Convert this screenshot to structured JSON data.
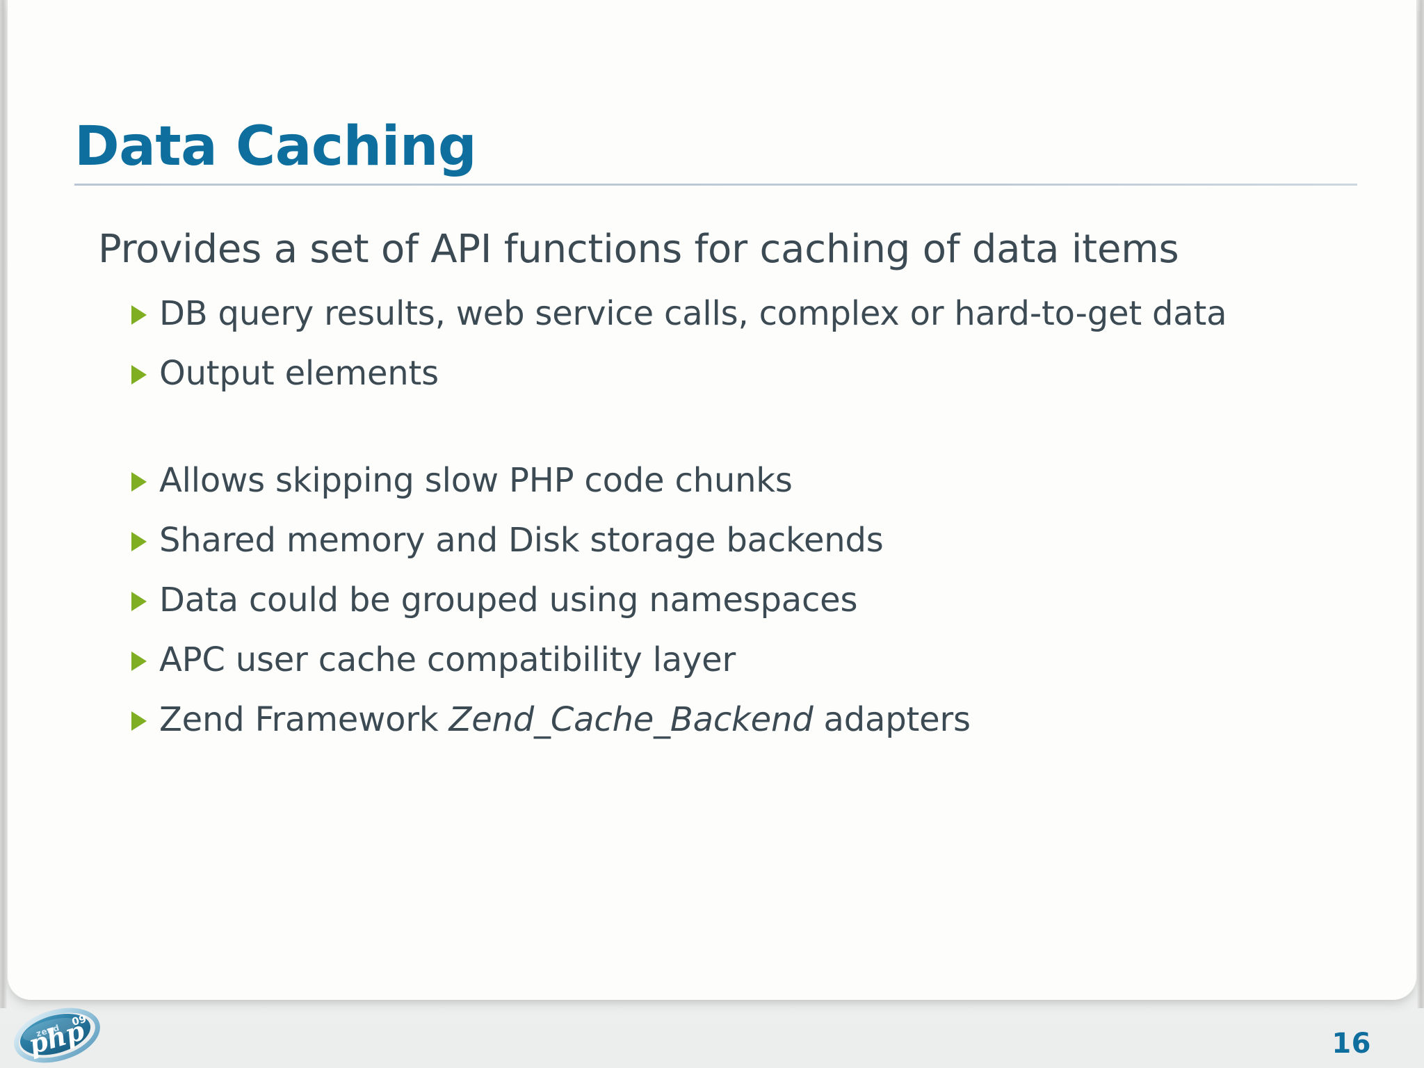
{
  "slide": {
    "title": "Data Caching",
    "page_number": "16",
    "lead": "Provides a set of API functions for caching of data items",
    "bullets": [
      {
        "text": "DB query results, web service calls, complex or hard-to-get data",
        "icon": "triangle-right-icon",
        "gap_before": false
      },
      {
        "text": "Output elements",
        "icon": "triangle-right-icon",
        "gap_before": false
      },
      {
        "text": "Allows skipping slow PHP code chunks",
        "icon": "triangle-right-icon",
        "gap_before": true
      },
      {
        "text": "Shared memory and Disk storage backends",
        "icon": "triangle-right-icon",
        "gap_before": false
      },
      {
        "text": "Data could be grouped using namespaces",
        "icon": "triangle-right-icon",
        "gap_before": false
      },
      {
        "text": "APC user cache compatibility layer",
        "icon": "triangle-right-icon",
        "gap_before": false
      }
    ],
    "last_bullet": {
      "icon": "triangle-right-icon",
      "prefix": "Zend Framework ",
      "emphasis": "Zend_Cache_Backend",
      "suffix": " adapters"
    }
  },
  "logo": {
    "name": "zend-php-09-logo",
    "brand_small": "zend",
    "brand_main": "php",
    "year": "09"
  },
  "colors": {
    "title_blue": "#0e6e9e",
    "body_slate": "#3c4a54",
    "bullet_green": "#7fae22",
    "rule_blue_grey": "#bdcad6",
    "panel_white": "#fdfefb",
    "frame_grey": "#c9cac7"
  }
}
